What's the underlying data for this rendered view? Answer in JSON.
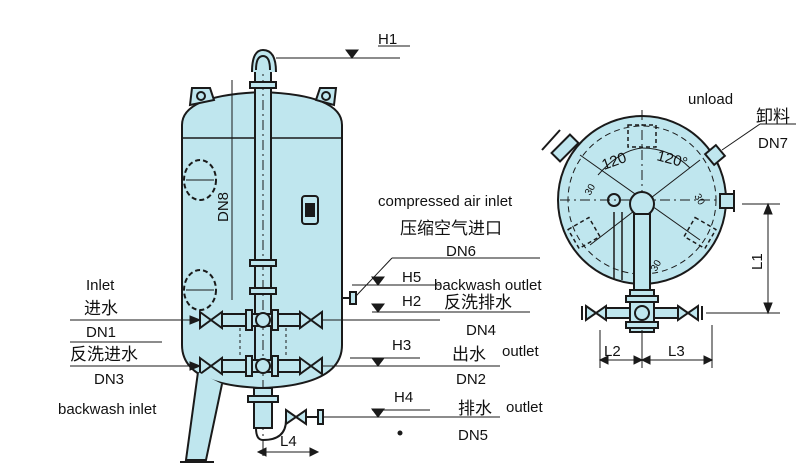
{
  "left_vessel": {
    "dimensions": {
      "h1": "H1",
      "h5": "H5",
      "h2": "H2",
      "h3": "H3",
      "h4": "H4",
      "l4": "L4",
      "dn8": "DN8"
    },
    "labels": {
      "compressed_air_en": "compressed air inlet",
      "compressed_air_cn": "压缩空气进口",
      "dn6": "DN6",
      "inlet_en": "Inlet",
      "inlet_cn": "进水",
      "dn1": "DN1",
      "backwash_inlet_cn": "反洗进水",
      "dn3": "DN3",
      "backwash_inlet_en": "backwash inlet",
      "backwash_outlet_en": "backwash outlet",
      "backwash_outlet_cn": "反洗排水",
      "dn4": "DN4",
      "outlet_cn": "出水",
      "outlet_en": "outlet",
      "dn2": "DN2",
      "drain_cn": "排水",
      "drain_en": "outlet",
      "dn5": "DN5"
    }
  },
  "top_view": {
    "labels": {
      "unload_en": "unload",
      "unload_cn": "卸料",
      "dn7": "DN7",
      "l1": "L1",
      "l2": "L2",
      "l3": "L3",
      "angle1": "120",
      "angle2": "120°",
      "angle3": "30",
      "angle4": "30",
      "angle5": "30"
    }
  },
  "colors": {
    "vessel_fill": "#bfe6ee",
    "line": "#1a1a1a"
  }
}
